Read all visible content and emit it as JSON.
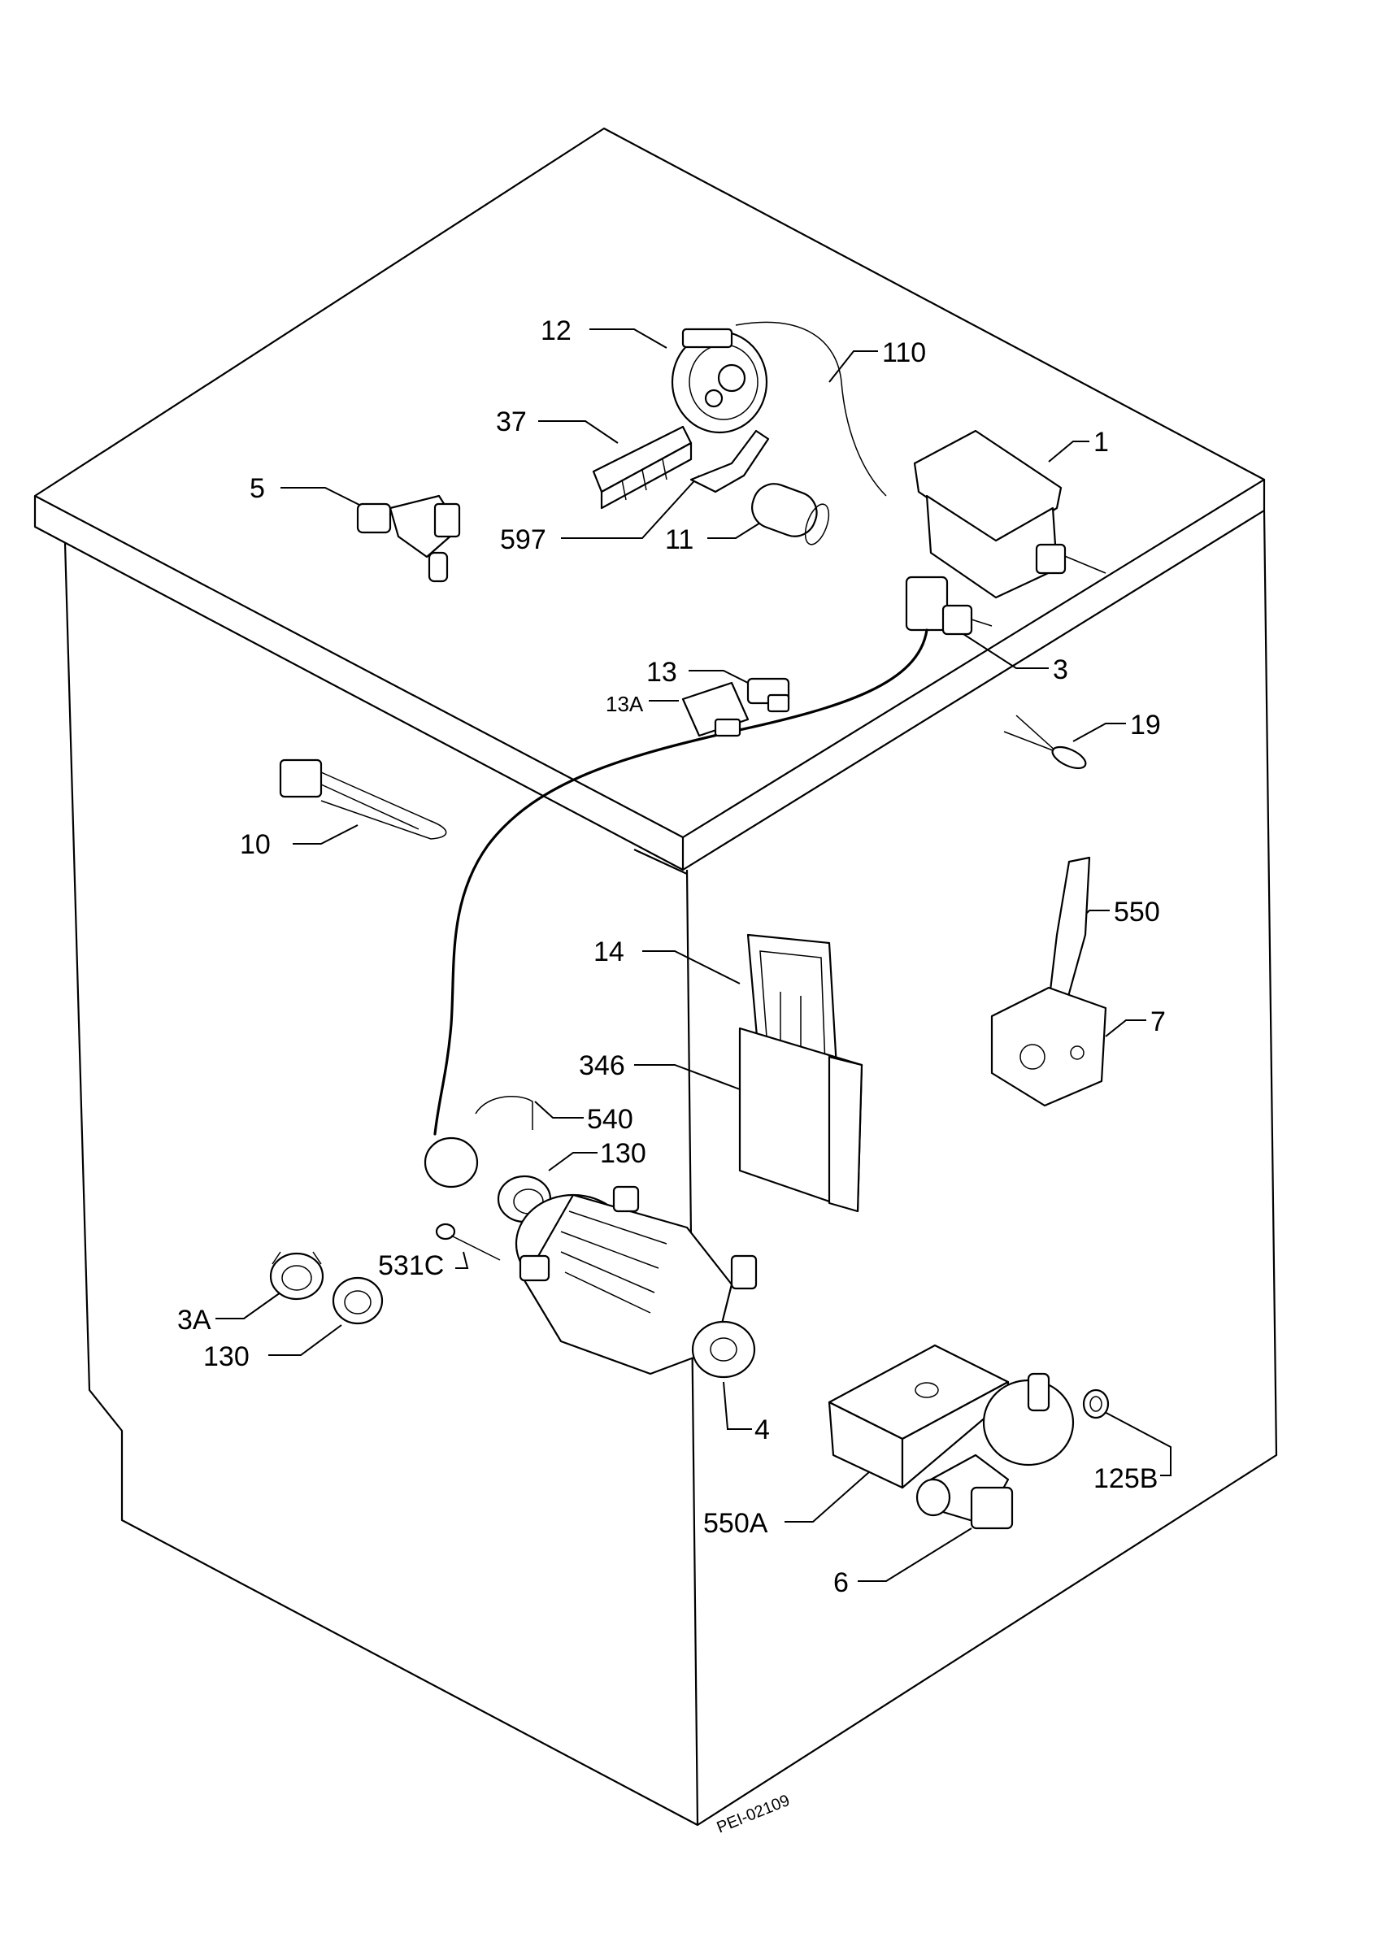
{
  "labels": {
    "p1": "1",
    "p3": "3",
    "p3a": "3A",
    "p4": "4",
    "p5": "5",
    "p6": "6",
    "p7": "7",
    "p10": "10",
    "p11": "11",
    "p12": "12",
    "p13": "13",
    "p13a": "13A",
    "p14": "14",
    "p19": "19",
    "p37": "37",
    "p110": "110",
    "p125b": "125B",
    "p130a": "130",
    "p130b": "130",
    "p346": "346",
    "p531c": "531C",
    "p540": "540",
    "p550": "550",
    "p550a": "550A",
    "p597": "597"
  },
  "reference_code": "PEI-02109"
}
